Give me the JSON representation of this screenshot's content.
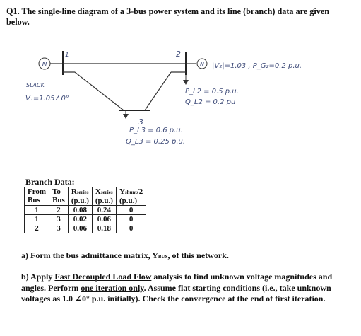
{
  "question": {
    "title": "Q1. The single-line diagram of a 3-bus power system and its line (branch) data are given below."
  },
  "diagram": {
    "generator_symbol": "N",
    "bus1_number": "1",
    "slack_label": "SLACK",
    "bus1_voltage": "V₁=1.05∠0°",
    "bus2_number": "2",
    "bus2_spec": "|V₂|=1.03 , P_G₂=0.2 p.u.",
    "bus2_load_p": "P_L2 = 0.5 p.u.",
    "bus2_load_q": "Q_L2 = 0.2 pu",
    "bus3_number": "3",
    "bus3_load_p": "P_L3 = 0.6 p.u.",
    "bus3_load_q": "Q_L3 = 0.25 p.u."
  },
  "branch_data": {
    "label": "Branch Data:",
    "headers": {
      "from_a": "From",
      "from_b": "Bus",
      "to_a": "To",
      "to_b": "Bus",
      "r_a": "R",
      "r_sub": "series",
      "r_b": "(p.u.)",
      "x_a": "X",
      "x_sub": "series",
      "x_b": "(p.u.)",
      "y_a": "Y",
      "y_sub": "shunt",
      "y_frac": "/2",
      "y_b": "(p.u.)"
    },
    "rows": [
      {
        "from": "1",
        "to": "2",
        "r": "0.08",
        "x": "0.24",
        "y": "0"
      },
      {
        "from": "1",
        "to": "3",
        "r": "0.02",
        "x": "0.06",
        "y": "0"
      },
      {
        "from": "2",
        "to": "3",
        "r": "0.06",
        "x": "0.18",
        "y": "0"
      }
    ]
  },
  "parts": {
    "a_pre": "a) Form the bus admittance matrix, Y",
    "a_sub": "BUS",
    "a_post": ", of this network.",
    "b_pre": "b) Apply ",
    "b_method": "Fast Decoupled Load Flow",
    "b_mid": " analysis to find unknown voltage magnitudes and angles. Perform ",
    "b_iter": "one iteration only",
    "b_post": ". Assume flat starting conditions (i.e., take unknown voltages as 1.0 ∠0° p.u. initially). Check the convergence at the end of first iteration."
  }
}
